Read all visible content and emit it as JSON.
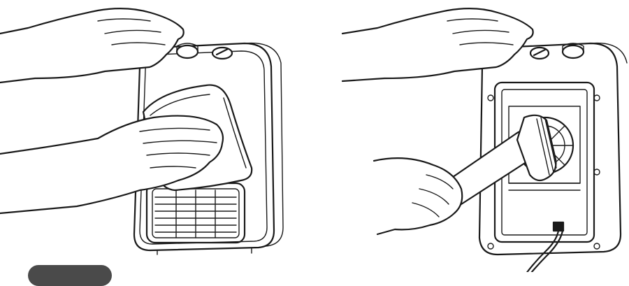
{
  "figure": {
    "panels": [
      {
        "id": "wipe-surface",
        "tool": "cloth"
      },
      {
        "id": "vacuum-filter",
        "tool": "vacuum-brush-nozzle"
      }
    ]
  },
  "colors": {
    "line": "#1a1a1a",
    "background": "#ffffff",
    "badge": "#4a4a4a"
  }
}
